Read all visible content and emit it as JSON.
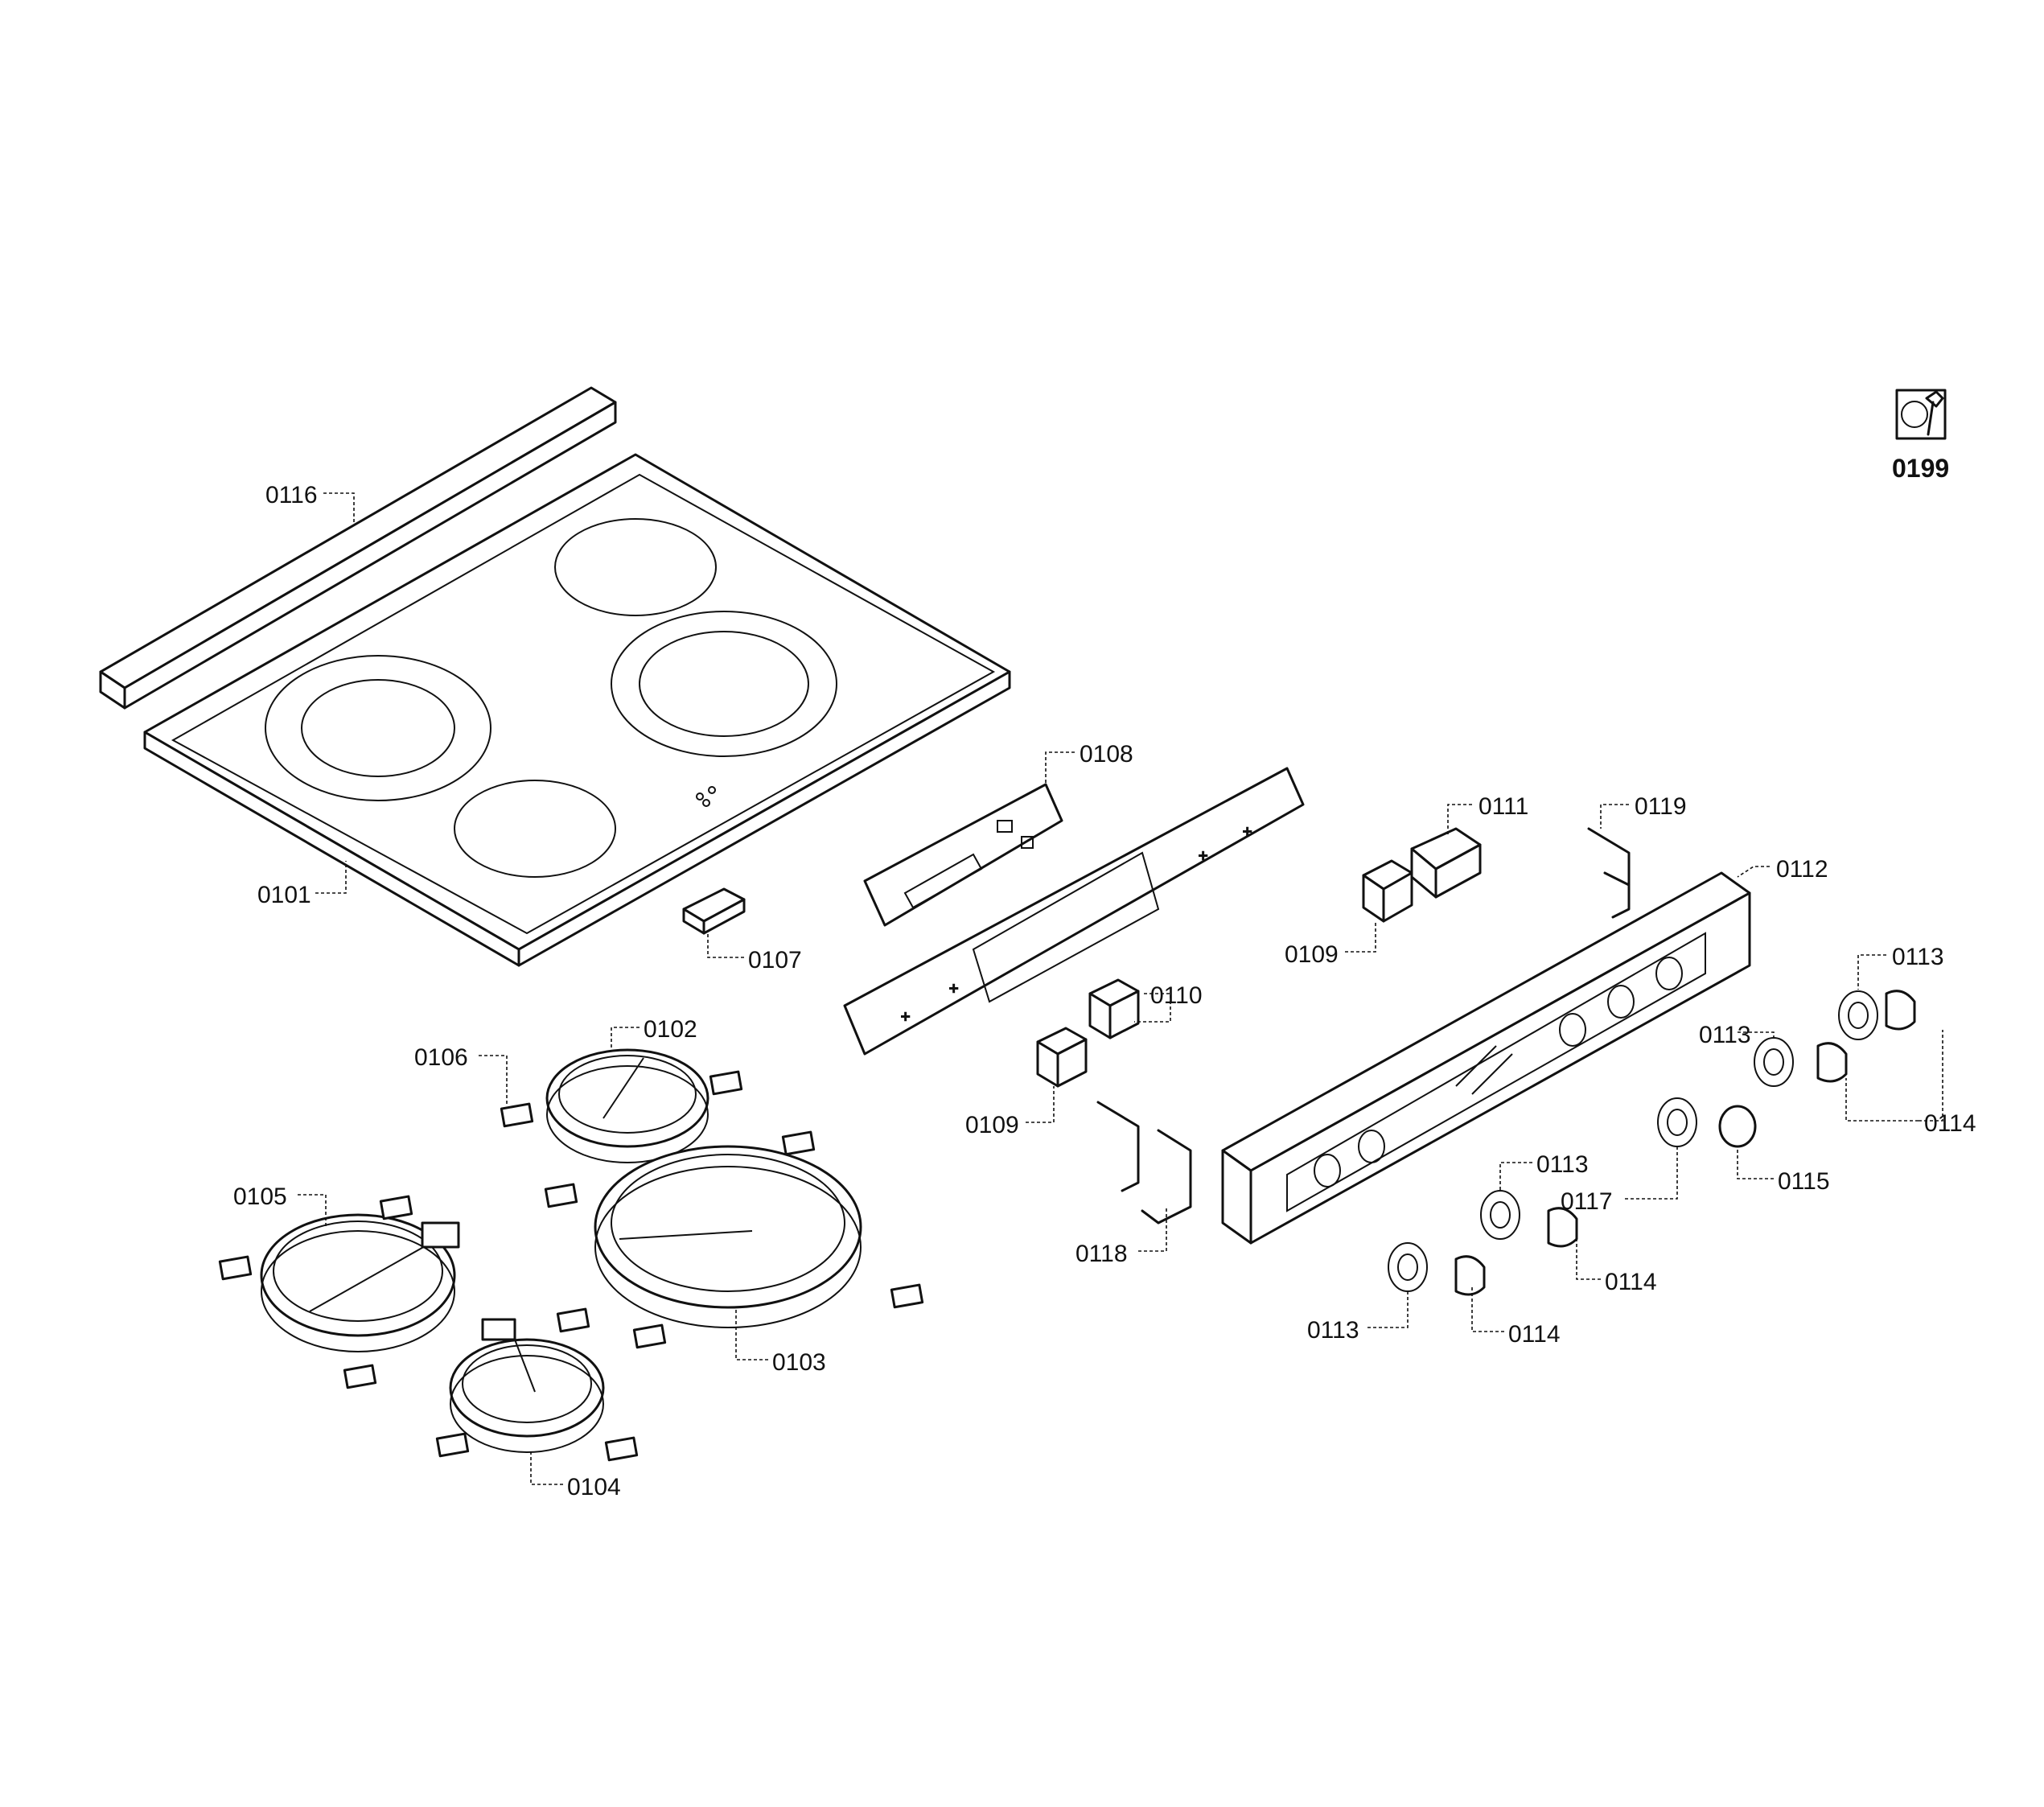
{
  "callouts": {
    "p0116": "0116",
    "p0101": "0101",
    "p0107": "0107",
    "p0108": "0108",
    "p0111": "0111",
    "p0119": "0119",
    "p0112": "0112",
    "p0109a": "0109",
    "p0109b": "0109",
    "p0110": "0110",
    "p0118": "0118",
    "p0113a": "0113",
    "p0113b": "0113",
    "p0113c": "0113",
    "p0113d": "0113",
    "p0114a": "0114",
    "p0114b": "0114",
    "p0114c": "0114",
    "p0115": "0115",
    "p0117": "0117",
    "p0102": "0102",
    "p0103": "0103",
    "p0104": "0104",
    "p0105": "0105",
    "p0106": "0106",
    "p0199": "0199"
  },
  "icons": {
    "tool": "wrench-tool-icon"
  }
}
